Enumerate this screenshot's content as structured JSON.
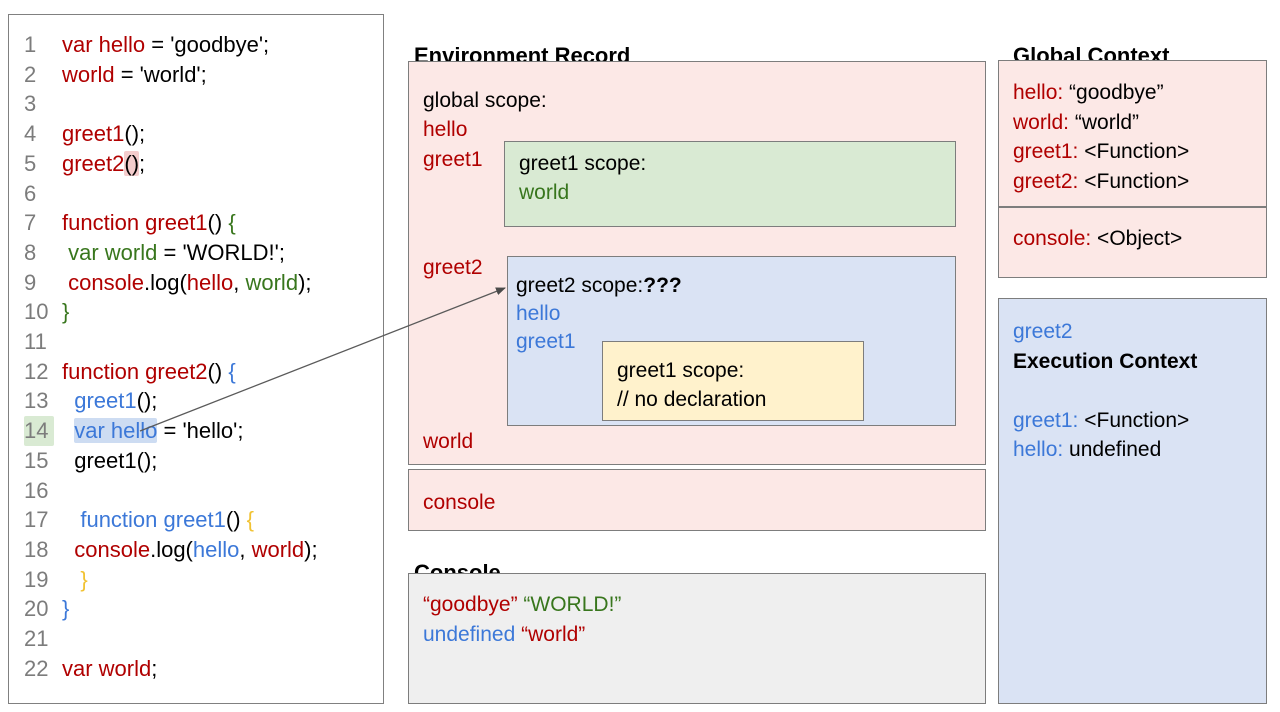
{
  "colors": {
    "code_red": "#b00000",
    "code_green": "#38761d",
    "code_blue": "#3c78d8",
    "code_yellow": "#f1c232",
    "line_number_gray": "#7c7c7c",
    "pink_bg": "#fce8e6",
    "green_bg": "#d9ead3",
    "blue_bg": "#dae3f4",
    "yellow_bg": "#fff2cc",
    "console_gray_bg": "#efefef",
    "box_border": "#7d7d7d",
    "highlight_blue": "#cddcf2",
    "highlight_pink": "#f4cccc",
    "highlight_green": "#d9ead3"
  },
  "code_panel": {
    "lines": [
      {
        "n": "1",
        "segs": [
          {
            "t": "var hello",
            "c": "red"
          },
          {
            "t": " = 'goodbye';",
            "c": "k"
          }
        ]
      },
      {
        "n": "2",
        "segs": [
          {
            "t": "world",
            "c": "red"
          },
          {
            "t": " = 'world';",
            "c": "k"
          }
        ]
      },
      {
        "n": "3",
        "segs": []
      },
      {
        "n": "4",
        "segs": [
          {
            "t": "greet1",
            "c": "red"
          },
          {
            "t": "();",
            "c": "k"
          }
        ]
      },
      {
        "n": "5",
        "segs": [
          {
            "t": "greet2",
            "c": "red"
          },
          {
            "t": "()",
            "c": "k hl-pink"
          },
          {
            "t": ";",
            "c": "k"
          }
        ]
      },
      {
        "n": "6",
        "segs": []
      },
      {
        "n": "7",
        "segs": [
          {
            "t": "function greet1",
            "c": "red"
          },
          {
            "t": "() ",
            "c": "k"
          },
          {
            "t": "{",
            "c": "grn"
          }
        ]
      },
      {
        "n": "8",
        "segs": [
          {
            "t": " ",
            "c": "k"
          },
          {
            "t": "var world",
            "c": "grn"
          },
          {
            "t": " = 'WORLD!';",
            "c": "k"
          }
        ]
      },
      {
        "n": "9",
        "segs": [
          {
            "t": " ",
            "c": "k"
          },
          {
            "t": "console",
            "c": "red"
          },
          {
            "t": ".log(",
            "c": "k"
          },
          {
            "t": "hello",
            "c": "red"
          },
          {
            "t": ", ",
            "c": "k"
          },
          {
            "t": "world",
            "c": "grn"
          },
          {
            "t": ");",
            "c": "k"
          }
        ]
      },
      {
        "n": "10",
        "segs": [
          {
            "t": "}",
            "c": "grn"
          }
        ]
      },
      {
        "n": "11",
        "segs": []
      },
      {
        "n": "12",
        "segs": [
          {
            "t": "function greet2",
            "c": "red"
          },
          {
            "t": "() ",
            "c": "k"
          },
          {
            "t": "{",
            "c": "blu"
          }
        ]
      },
      {
        "n": "13",
        "segs": [
          {
            "t": "  ",
            "c": "k"
          },
          {
            "t": "greet1",
            "c": "blu"
          },
          {
            "t": "();",
            "c": "k"
          }
        ]
      },
      {
        "n": "14",
        "num_hl": true,
        "segs": [
          {
            "t": "  ",
            "c": "k"
          },
          {
            "t": "var hello",
            "c": "blu hl-blue"
          },
          {
            "t": " = 'hello';",
            "c": "k"
          }
        ]
      },
      {
        "n": "15",
        "segs": [
          {
            "t": "  ",
            "c": "k"
          },
          {
            "t": "greet1();",
            "c": "k"
          }
        ]
      },
      {
        "n": "16",
        "segs": []
      },
      {
        "n": "17",
        "segs": [
          {
            "t": "   ",
            "c": "k"
          },
          {
            "t": "function greet1",
            "c": "blu"
          },
          {
            "t": "() ",
            "c": "k"
          },
          {
            "t": "{",
            "c": "yel"
          }
        ]
      },
      {
        "n": "18",
        "segs": [
          {
            "t": "  ",
            "c": "k"
          },
          {
            "t": "console",
            "c": "red"
          },
          {
            "t": ".log(",
            "c": "k"
          },
          {
            "t": "hello",
            "c": "blu"
          },
          {
            "t": ", ",
            "c": "k"
          },
          {
            "t": "world",
            "c": "red"
          },
          {
            "t": ");",
            "c": "k"
          }
        ]
      },
      {
        "n": "19",
        "segs": [
          {
            "t": "   ",
            "c": "k"
          },
          {
            "t": "}",
            "c": "yel"
          }
        ]
      },
      {
        "n": "20",
        "segs": [
          {
            "t": "}",
            "c": "blu"
          }
        ]
      },
      {
        "n": "21",
        "segs": []
      },
      {
        "n": "22",
        "segs": [
          {
            "t": "var world",
            "c": "red"
          },
          {
            "t": ";",
            "c": "k"
          }
        ]
      }
    ]
  },
  "env_record": {
    "title": "Environment Record",
    "global_scope_label": "global scope:",
    "globals_top": [
      "hello",
      "greet1"
    ],
    "greet1_scope": {
      "label": "greet1 scope:",
      "vars": [
        "world"
      ]
    },
    "greet2_label": "greet2",
    "greet2_scope": {
      "label": "greet2 scope:",
      "question": "???",
      "vars": [
        "hello",
        "greet1"
      ],
      "inner": {
        "label": "greet1 scope:",
        "comment": "// no declaration"
      }
    },
    "global_bottom": "world",
    "console_row": "console"
  },
  "console_panel": {
    "title": "Console",
    "lines": [
      [
        {
          "t": "“goodbye”",
          "c": "red"
        },
        {
          "t": " ",
          "c": "k"
        },
        {
          "t": "“WORLD!”",
          "c": "grn"
        }
      ],
      [
        {
          "t": "undefined",
          "c": "blu"
        },
        {
          "t": " ",
          "c": "k"
        },
        {
          "t": "“world”",
          "c": "red"
        }
      ]
    ]
  },
  "global_context": {
    "title": "Global Context",
    "vars": [
      [
        {
          "t": "hello:",
          "c": "red"
        },
        {
          "t": " “goodbye”",
          "c": "k"
        }
      ],
      [
        {
          "t": "world:",
          "c": "red"
        },
        {
          "t": " “world”",
          "c": "k"
        }
      ],
      [
        {
          "t": "greet1:",
          "c": "red"
        },
        {
          "t": " <Function>",
          "c": "k"
        }
      ],
      [
        {
          "t": "greet2:",
          "c": "red"
        },
        {
          "t": " <Function>",
          "c": "k"
        }
      ]
    ],
    "builtins": [
      [
        {
          "t": "console:",
          "c": "red"
        },
        {
          "t": " <Object>",
          "c": "k"
        }
      ]
    ]
  },
  "execution_context": {
    "fn": "greet2",
    "title": "Execution Context",
    "entries": [
      [
        {
          "t": "greet1:",
          "c": "blu"
        },
        {
          "t": " <Function>",
          "c": "k"
        }
      ],
      [
        {
          "t": "hello:",
          "c": "blu"
        },
        {
          "t": " undefined",
          "c": "k"
        }
      ]
    ]
  }
}
